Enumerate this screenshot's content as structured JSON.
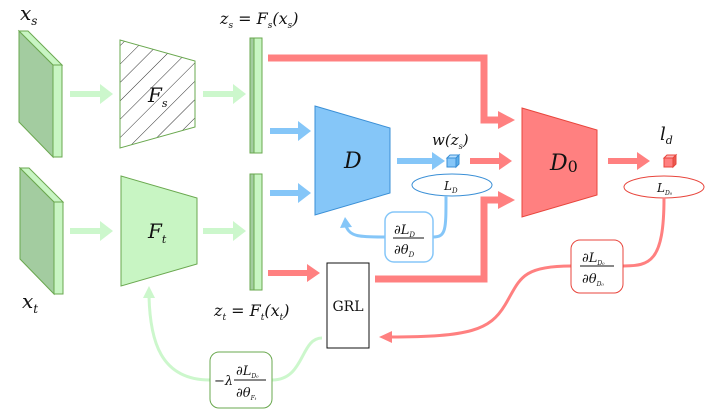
{
  "labels": {
    "xs": "x",
    "xs_sub": "s",
    "xt": "x",
    "xt_sub": "t",
    "zs_eq": "z",
    "zs_eq_sub": "s",
    "zs_eq_rhs": " = F",
    "zs_eq_rhs_sub": "s",
    "zs_eq_arg": "(x",
    "zs_eq_arg_sub": "s",
    "zs_eq_close": ")",
    "zt_eq": "z",
    "zt_eq_sub": "t",
    "zt_eq_rhs": " = F",
    "zt_eq_rhs_sub": "t",
    "zt_eq_arg": "(x",
    "zt_eq_arg_sub": "t",
    "zt_eq_close": ")",
    "Fs": "F",
    "Fs_sub": "s",
    "Ft": "F",
    "Ft_sub": "t",
    "D": "D",
    "D0": "D",
    "D0_sub": "0",
    "w": "w(z",
    "w_sub": "s",
    "w_close": ")",
    "ld": "l",
    "ld_sub": "d",
    "LD": "L",
    "LD_sub": "D",
    "LD0": "L",
    "LD0_sub": "D₀",
    "grad_D_num": "∂L",
    "grad_D_num_sub": "D",
    "grad_D_den": "∂θ",
    "grad_D_den_sub": "D",
    "grad_D0_num": "∂L",
    "grad_D0_num_sub": "D₀",
    "grad_D0_den": "∂θ",
    "grad_D0_den_sub": "D₀",
    "grad_F_prefix": "−λ",
    "grad_F_num": "∂L",
    "grad_F_num_sub": "D₀",
    "grad_F_den": "∂θ",
    "grad_F_den_sub": "Fₜ",
    "grl": "GRL"
  },
  "colors": {
    "green": "#c8f5c3",
    "green_dark": "#a3cca0",
    "green_edge": "#6aa84f",
    "blue": "#85c6f8",
    "blue_edge": "#3a8fd6",
    "red": "#ff8080",
    "red_edge": "#e8453c",
    "green_arrow": "#ccf7cc"
  }
}
